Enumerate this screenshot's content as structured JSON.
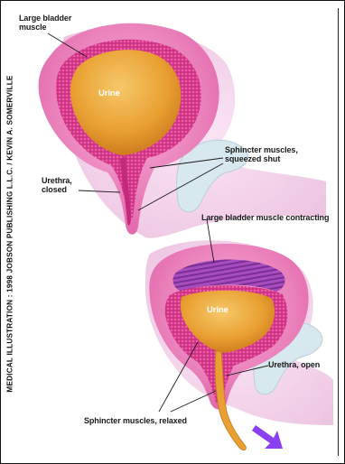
{
  "credit": "MEDICAL ILLUSTRATION : 1998 JOBSON PUBLISHING L.L.C. / KEVIN A. SOMERVILLE",
  "top_figure": {
    "large_bladder_muscle_line1": "Large bladder",
    "large_bladder_muscle_line2": "muscle",
    "urine": "Urine",
    "sphincter_line1": "Sphincter muscles,",
    "sphincter_line2": "squeezed shut",
    "urethra_line1": "Urethra,",
    "urethra_line2": "closed"
  },
  "bottom_figure": {
    "muscle_contracting": "Large bladder muscle contracting",
    "urine": "Urine",
    "urethra_open": "Urethra, open",
    "sphincter_relaxed": "Sphincter muscles, relaxed"
  },
  "colors": {
    "outer_pink": "#e0559e",
    "wall_magenta": "#d23a8a",
    "urine_orange": "#e7961e",
    "tissue_lavender": "#f0cfe8",
    "bone_blue": "#d7e8ee",
    "contracting_purple": "#9a45b7",
    "flow_arrow": "#8a3ff0"
  }
}
